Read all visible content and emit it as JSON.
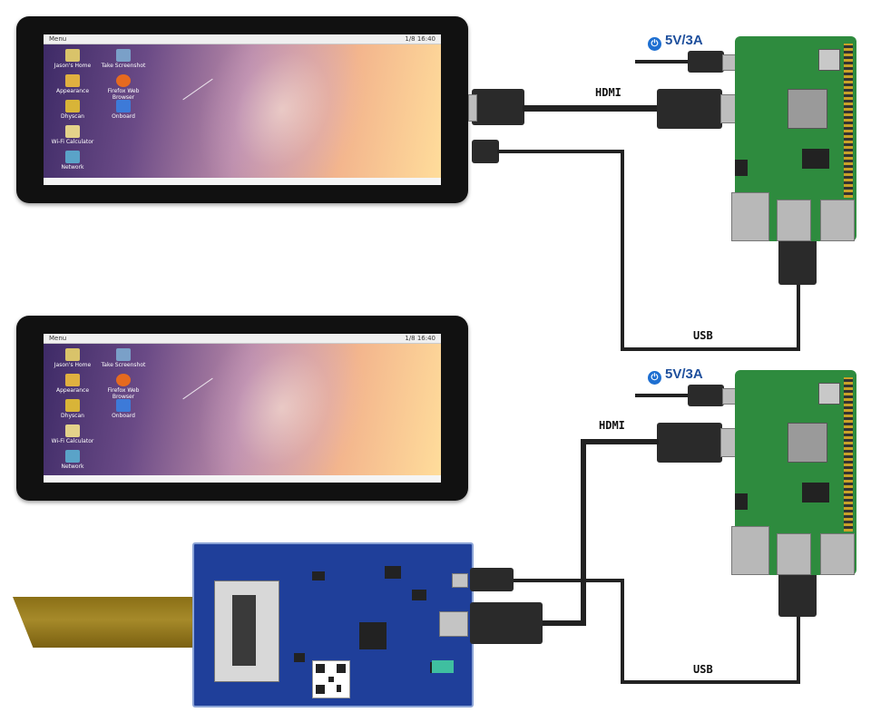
{
  "desktop": {
    "menu_label": "Menu",
    "clock": "1/8 16:40",
    "icons": [
      {
        "label": "Jason's Home",
        "color": "#d9c36a"
      },
      {
        "label": "Take Screenshot",
        "color": "#7aa0c8"
      },
      {
        "label": "Appearance",
        "color": "#e0b040"
      },
      {
        "label": "Firefox Web Browser",
        "color": "#e66a1f"
      },
      {
        "label": "Dhyscan",
        "color": "#d8b438"
      },
      {
        "label": "Onboard",
        "color": "#3d7ad8"
      },
      {
        "label": "Wi-Fi Calculator",
        "color": "#e3d28a"
      },
      {
        "label": "Network",
        "color": "#5aa3c8"
      }
    ]
  },
  "setup_top": {
    "power_label": "5V/3A",
    "hdmi_label": "HDMI",
    "usb_label": "USB"
  },
  "setup_bottom": {
    "power_label": "5V/3A",
    "hdmi_label": "HDMI",
    "usb_label": "USB"
  },
  "colors": {
    "pi_board": "#2e8b3e",
    "driver_board": "#1f3f9a",
    "power_text": "#1e4f9c",
    "cable": "#1a1a1a"
  }
}
